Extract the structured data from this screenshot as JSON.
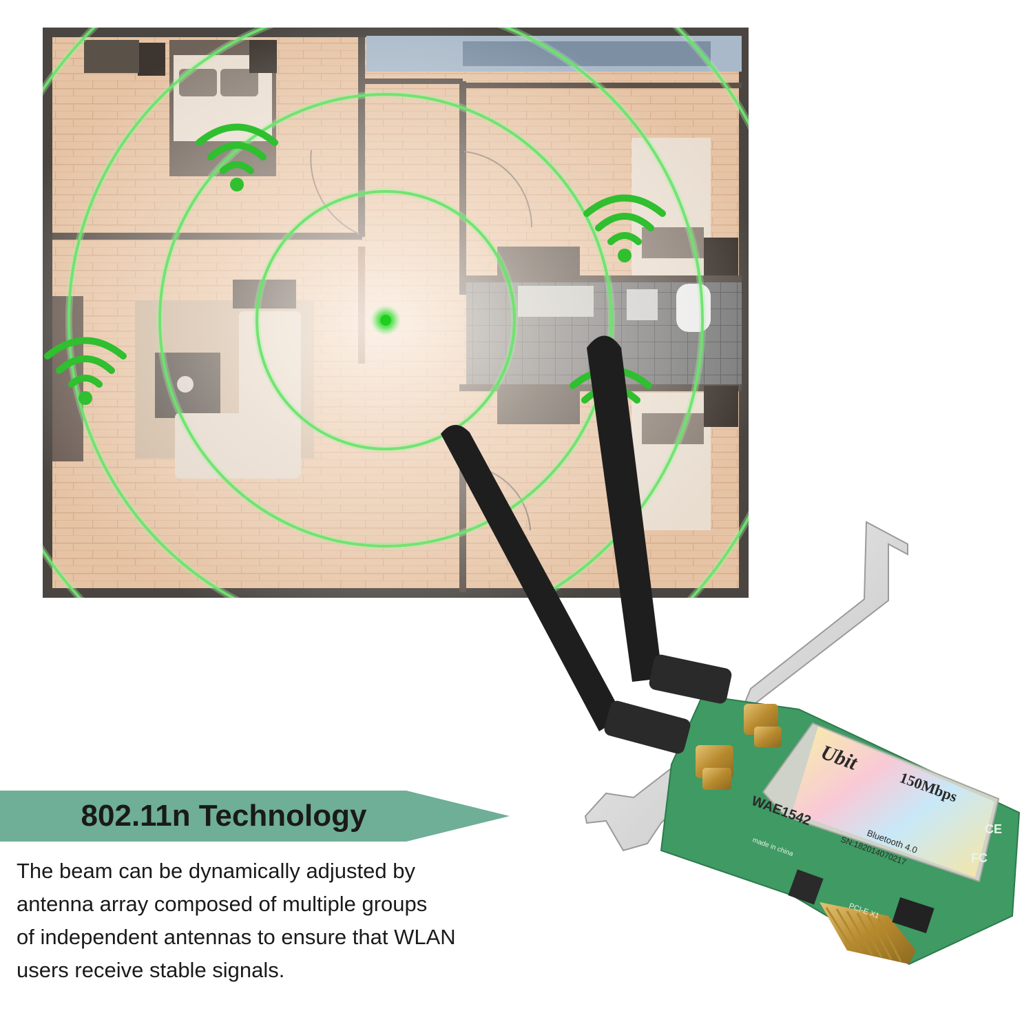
{
  "banner": {
    "title": "802.11n Technology",
    "color": "#6fae97"
  },
  "description": {
    "lines": [
      "The beam can be dynamically adjusted by",
      "antenna array composed of multiple groups",
      "of independent antennas to ensure that WLAN",
      "users receive stable signals."
    ]
  },
  "product": {
    "brand": "Ubit",
    "speed": "150Mbps",
    "model": "WAE1542",
    "bluetooth": "Bluetooth 4.0",
    "serial": "SN:182014070217",
    "origin": "made in china",
    "bus": "PCI-E X1"
  },
  "colors": {
    "signal": "#4fdc4f",
    "board": "#3f9a63",
    "floor": "#e8c7a8",
    "wall": "#5a5149"
  }
}
